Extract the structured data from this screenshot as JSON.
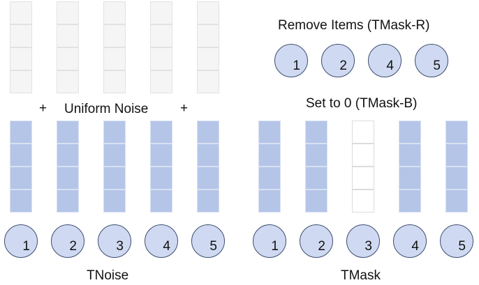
{
  "top_left": {
    "plus_left": "+",
    "noise_label": "Uniform Noise",
    "plus_right": "+"
  },
  "top_right": {
    "remove_title": "Remove Items (TMask-R)",
    "remove_items": [
      "1",
      "2",
      "4",
      "5"
    ],
    "set_zero_title": "Set to 0 (TMask-B)"
  },
  "tnoise": {
    "items": [
      "1",
      "2",
      "3",
      "4",
      "5"
    ],
    "caption": "TNoise"
  },
  "tmask": {
    "items": [
      "1",
      "2",
      "3",
      "4",
      "5"
    ],
    "caption": "TMask"
  },
  "colors": {
    "embedding": "#b4c5e8",
    "noise": "#f5f5f5",
    "circle_fill": "#cfdaf2",
    "circle_border": "#3d4d6e"
  }
}
